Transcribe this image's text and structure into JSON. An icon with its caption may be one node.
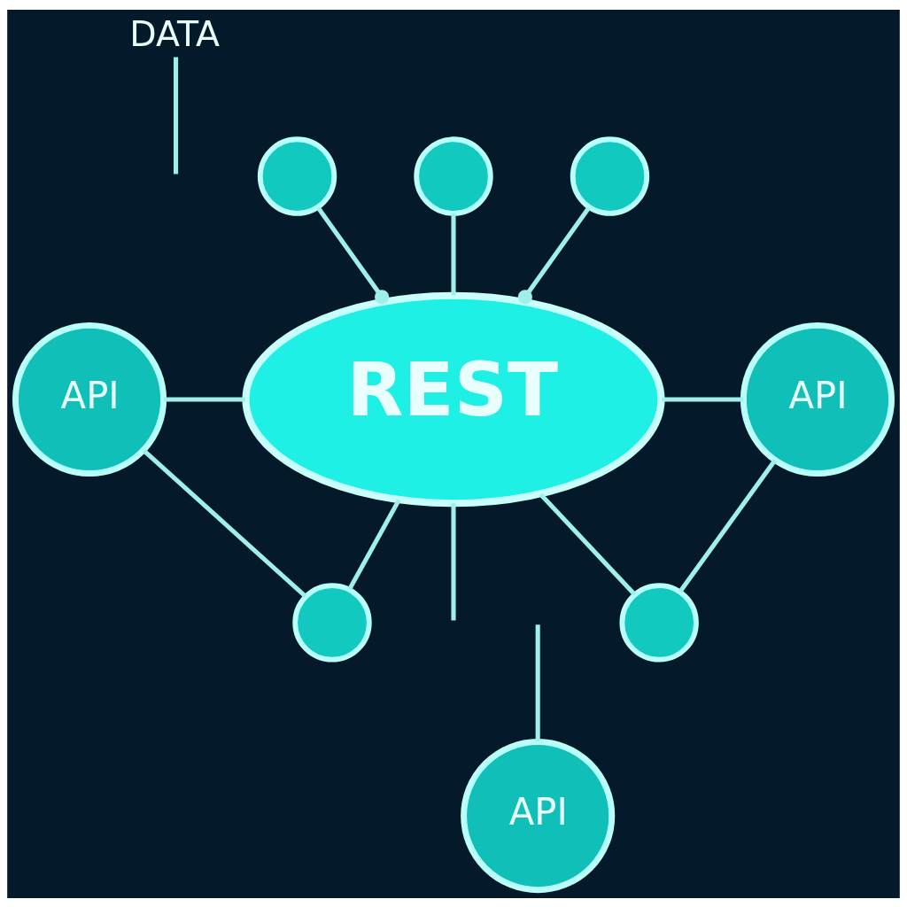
{
  "diagram": {
    "nodes": [
      {
        "text": [
          "DATA"
        ]
      },
      {
        "text": [],
        "shape": "circle"
      },
      {
        "text": [],
        "shape": "circle"
      },
      {
        "text": [],
        "shape": "circle"
      },
      {
        "text": [
          "API"
        ]
      },
      {
        "text": [
          "REST"
        ]
      },
      {
        "text": [
          "API"
        ]
      },
      {
        "text": [],
        "shape": "circle"
      },
      {
        "text": [],
        "shape": "circle"
      },
      {
        "text": [
          "API"
        ]
      }
    ],
    "edges": [
      {
        "from": 0,
        "to": null,
        "arrow": "none"
      },
      {
        "from": 1,
        "to": 5,
        "arrow": "none"
      },
      {
        "from": 2,
        "to": 5,
        "arrow": "other"
      },
      {
        "from": 3,
        "to": 5,
        "arrow": "other"
      },
      {
        "from": 4,
        "to": 5,
        "arrow": "none"
      },
      {
        "from": 5,
        "to": 6,
        "arrow": "none"
      },
      {
        "from": 4,
        "to": 7,
        "arrow": "none"
      },
      {
        "from": 5,
        "to": 7,
        "arrow": "none"
      },
      {
        "from": 5,
        "to": 8,
        "arrow": "none"
      },
      {
        "from": 6,
        "to": 8,
        "arrow": "none"
      },
      {
        "from": 5,
        "to": null,
        "arrow": "none"
      },
      {
        "from": null,
        "to": 9,
        "arrow": "none"
      }
    ]
  }
}
